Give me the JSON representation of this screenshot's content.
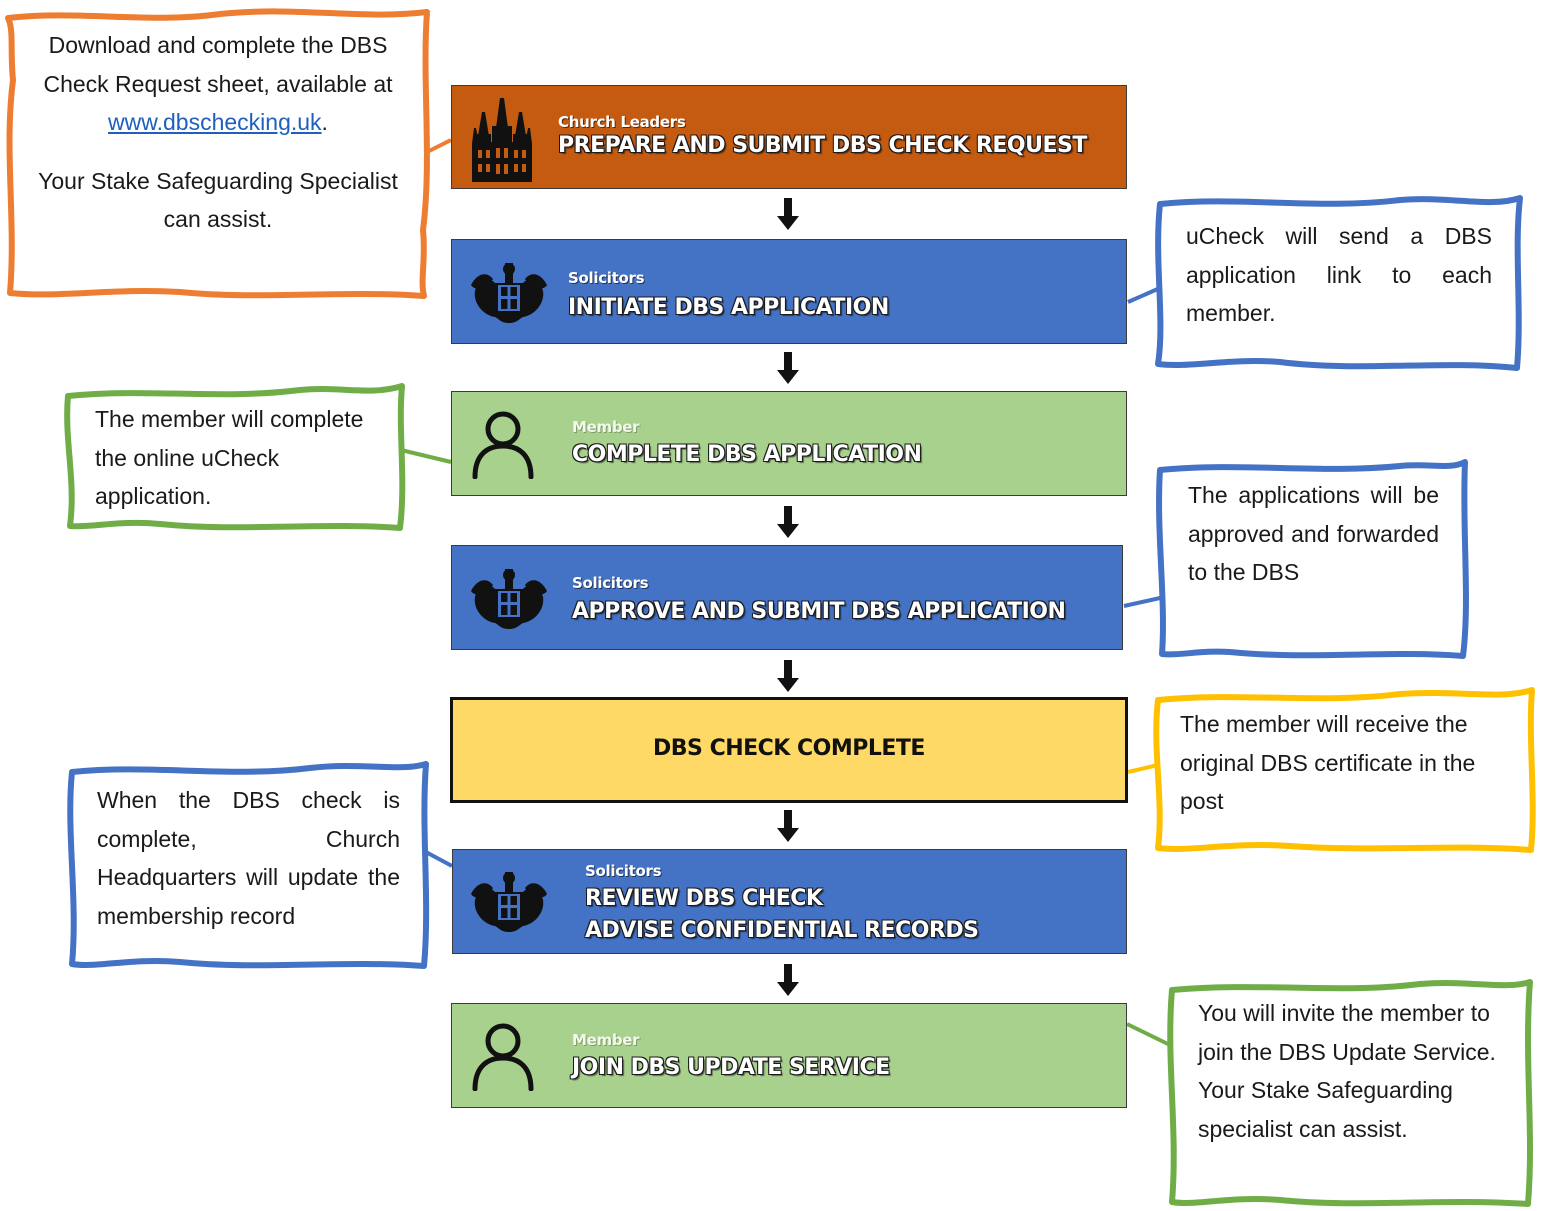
{
  "steps": [
    {
      "role": "Church Leaders",
      "title": "PREPARE AND SUBMIT DBS CHECK REQUEST",
      "icon": "temple-icon"
    },
    {
      "role": "Solicitors",
      "title": "INITIATE DBS APPLICATION",
      "icon": "coat-of-arms-icon"
    },
    {
      "role": "Member",
      "title": "COMPLETE DBS APPLICATION",
      "icon": "person-icon"
    },
    {
      "role": "Solicitors",
      "title": "APPROVE AND SUBMIT DBS APPLICATION",
      "icon": "coat-of-arms-icon"
    },
    {
      "role": "",
      "title": "DBS CHECK COMPLETE",
      "icon": ""
    },
    {
      "role": "Solicitors",
      "title": "REVIEW DBS CHECK",
      "title2": "ADVISE CONFIDENTIAL RECORDS",
      "icon": "coat-of-arms-icon"
    },
    {
      "role": "Member",
      "title": "JOIN DBS UPDATE SERVICE",
      "icon": "person-icon"
    }
  ],
  "notes": {
    "download": {
      "line1": "Download and complete the DBS Check Request sheet, available at",
      "link": "www.dbschecking.uk",
      "after_link": ".",
      "line2": "Your Stake Safeguarding Specialist can assist."
    },
    "ucheck": "uCheck will send a DBS application link to each member.",
    "member_complete": "The member will complete the online uCheck application.",
    "approved": "The applications will be approved and forwarded to the DBS",
    "certificate": "The member will receive the original DBS certificate in the post",
    "headquarters": "When the DBS check is complete, Church Headquarters will update the membership record",
    "update_service": "You will invite the member to join the DBS Update Service.  Your Stake Safeguarding specialist can assist."
  },
  "colors": {
    "church_leaders": "#c55a11",
    "solicitors": "#4472c4",
    "member": "#a9d18e",
    "complete": "#ffd966",
    "orange_border": "#ed7d31",
    "blue_border": "#4472c4",
    "green_border": "#70ad47",
    "yellow_border": "#ffc000",
    "arrow": "#000000"
  }
}
